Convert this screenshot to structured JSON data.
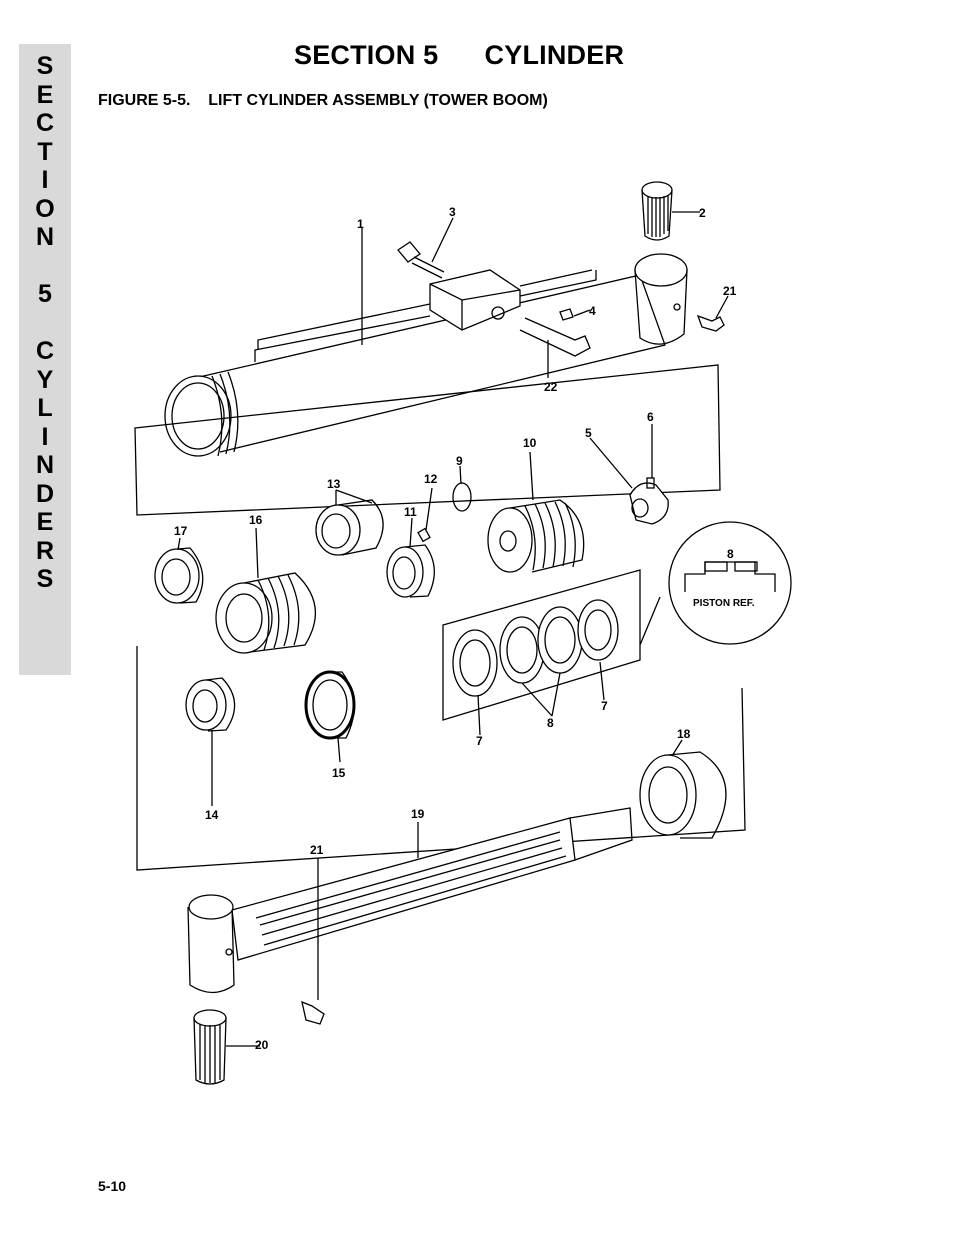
{
  "side_tab": {
    "letters": [
      "S",
      "E",
      "C",
      "T",
      "I",
      "O",
      "N",
      " ",
      "5",
      " ",
      "C",
      "Y",
      "L",
      "I",
      "N",
      "D",
      "E",
      "R",
      "S"
    ]
  },
  "header": {
    "title": "SECTION 5      CYLINDER"
  },
  "figure": {
    "title": "FIGURE 5-5.    LIFT CYLINDER ASSEMBLY (TOWER BOOM)"
  },
  "diagram": {
    "callouts": [
      "1",
      "2",
      "3",
      "4",
      "21",
      "22",
      "5",
      "6",
      "9",
      "10",
      "12",
      "13",
      "11",
      "17",
      "16",
      "8",
      "7",
      "8",
      "7",
      "14",
      "15",
      "18",
      "19",
      "21",
      "20"
    ],
    "inset_label": "PISTON REF.",
    "inset_callout": "8"
  },
  "footer": {
    "page_number": "5-10"
  }
}
